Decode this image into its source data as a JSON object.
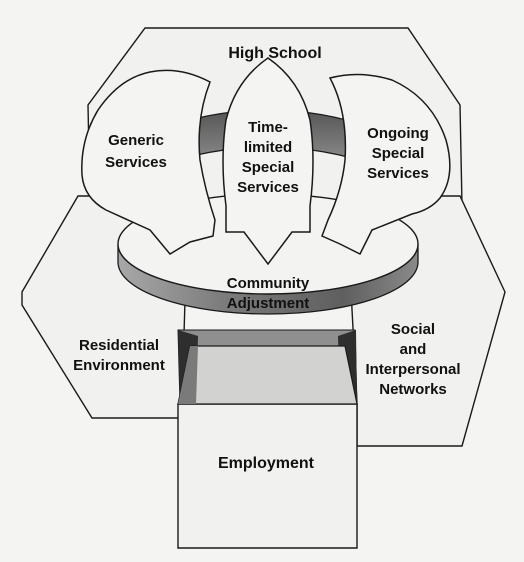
{
  "labels": {
    "high_school": "High School",
    "generic_services": [
      "Generic",
      "Services"
    ],
    "time_limited": [
      "Time-",
      "limited",
      "Special",
      "Services"
    ],
    "ongoing": [
      "Ongoing",
      "Special",
      "Services"
    ],
    "community": [
      "Community",
      "Adjustment"
    ],
    "residential": [
      "Residential",
      "Environment"
    ],
    "social": [
      "Social",
      "and",
      "Interpersonal",
      "Networks"
    ],
    "employment": "Employment"
  },
  "colors": {
    "background": "#f4f4f2",
    "panel": "#f1f1ef",
    "stroke": "#1a1a1a",
    "shadow_dark": "#3b3b3b",
    "shadow_mid": "#8c8c8c",
    "rim": "#6e6e6e"
  }
}
